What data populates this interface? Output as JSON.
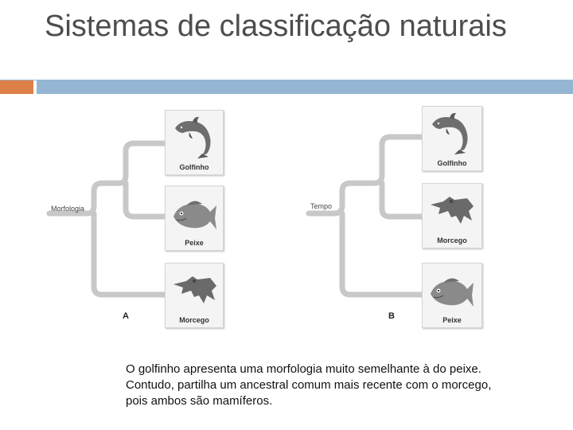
{
  "slide": {
    "title": "Sistemas de classificação naturais",
    "caption": "O golfinho apresenta uma morfologia muito semelhante à do peixe. Contudo, partilha um ancestral comum mais recente com o morcego, pois ambos são mamíferos."
  },
  "diagram": {
    "panel_a": {
      "letter": "A",
      "axis_label": "Morfologia",
      "leaves": [
        "Golfinho",
        "Peixe",
        "Morcego"
      ]
    },
    "panel_b": {
      "letter": "B",
      "axis_label": "Tempo",
      "leaves": [
        "Golfinho",
        "Morcego",
        "Peixe"
      ]
    }
  },
  "colors": {
    "title_text": "#4d4d4d",
    "accent_orange": "#dd8047",
    "accent_blue": "#94b6d2",
    "branch": "#c8c8c8"
  },
  "icons": [
    "dolphin-icon",
    "fish-icon",
    "bat-icon"
  ]
}
